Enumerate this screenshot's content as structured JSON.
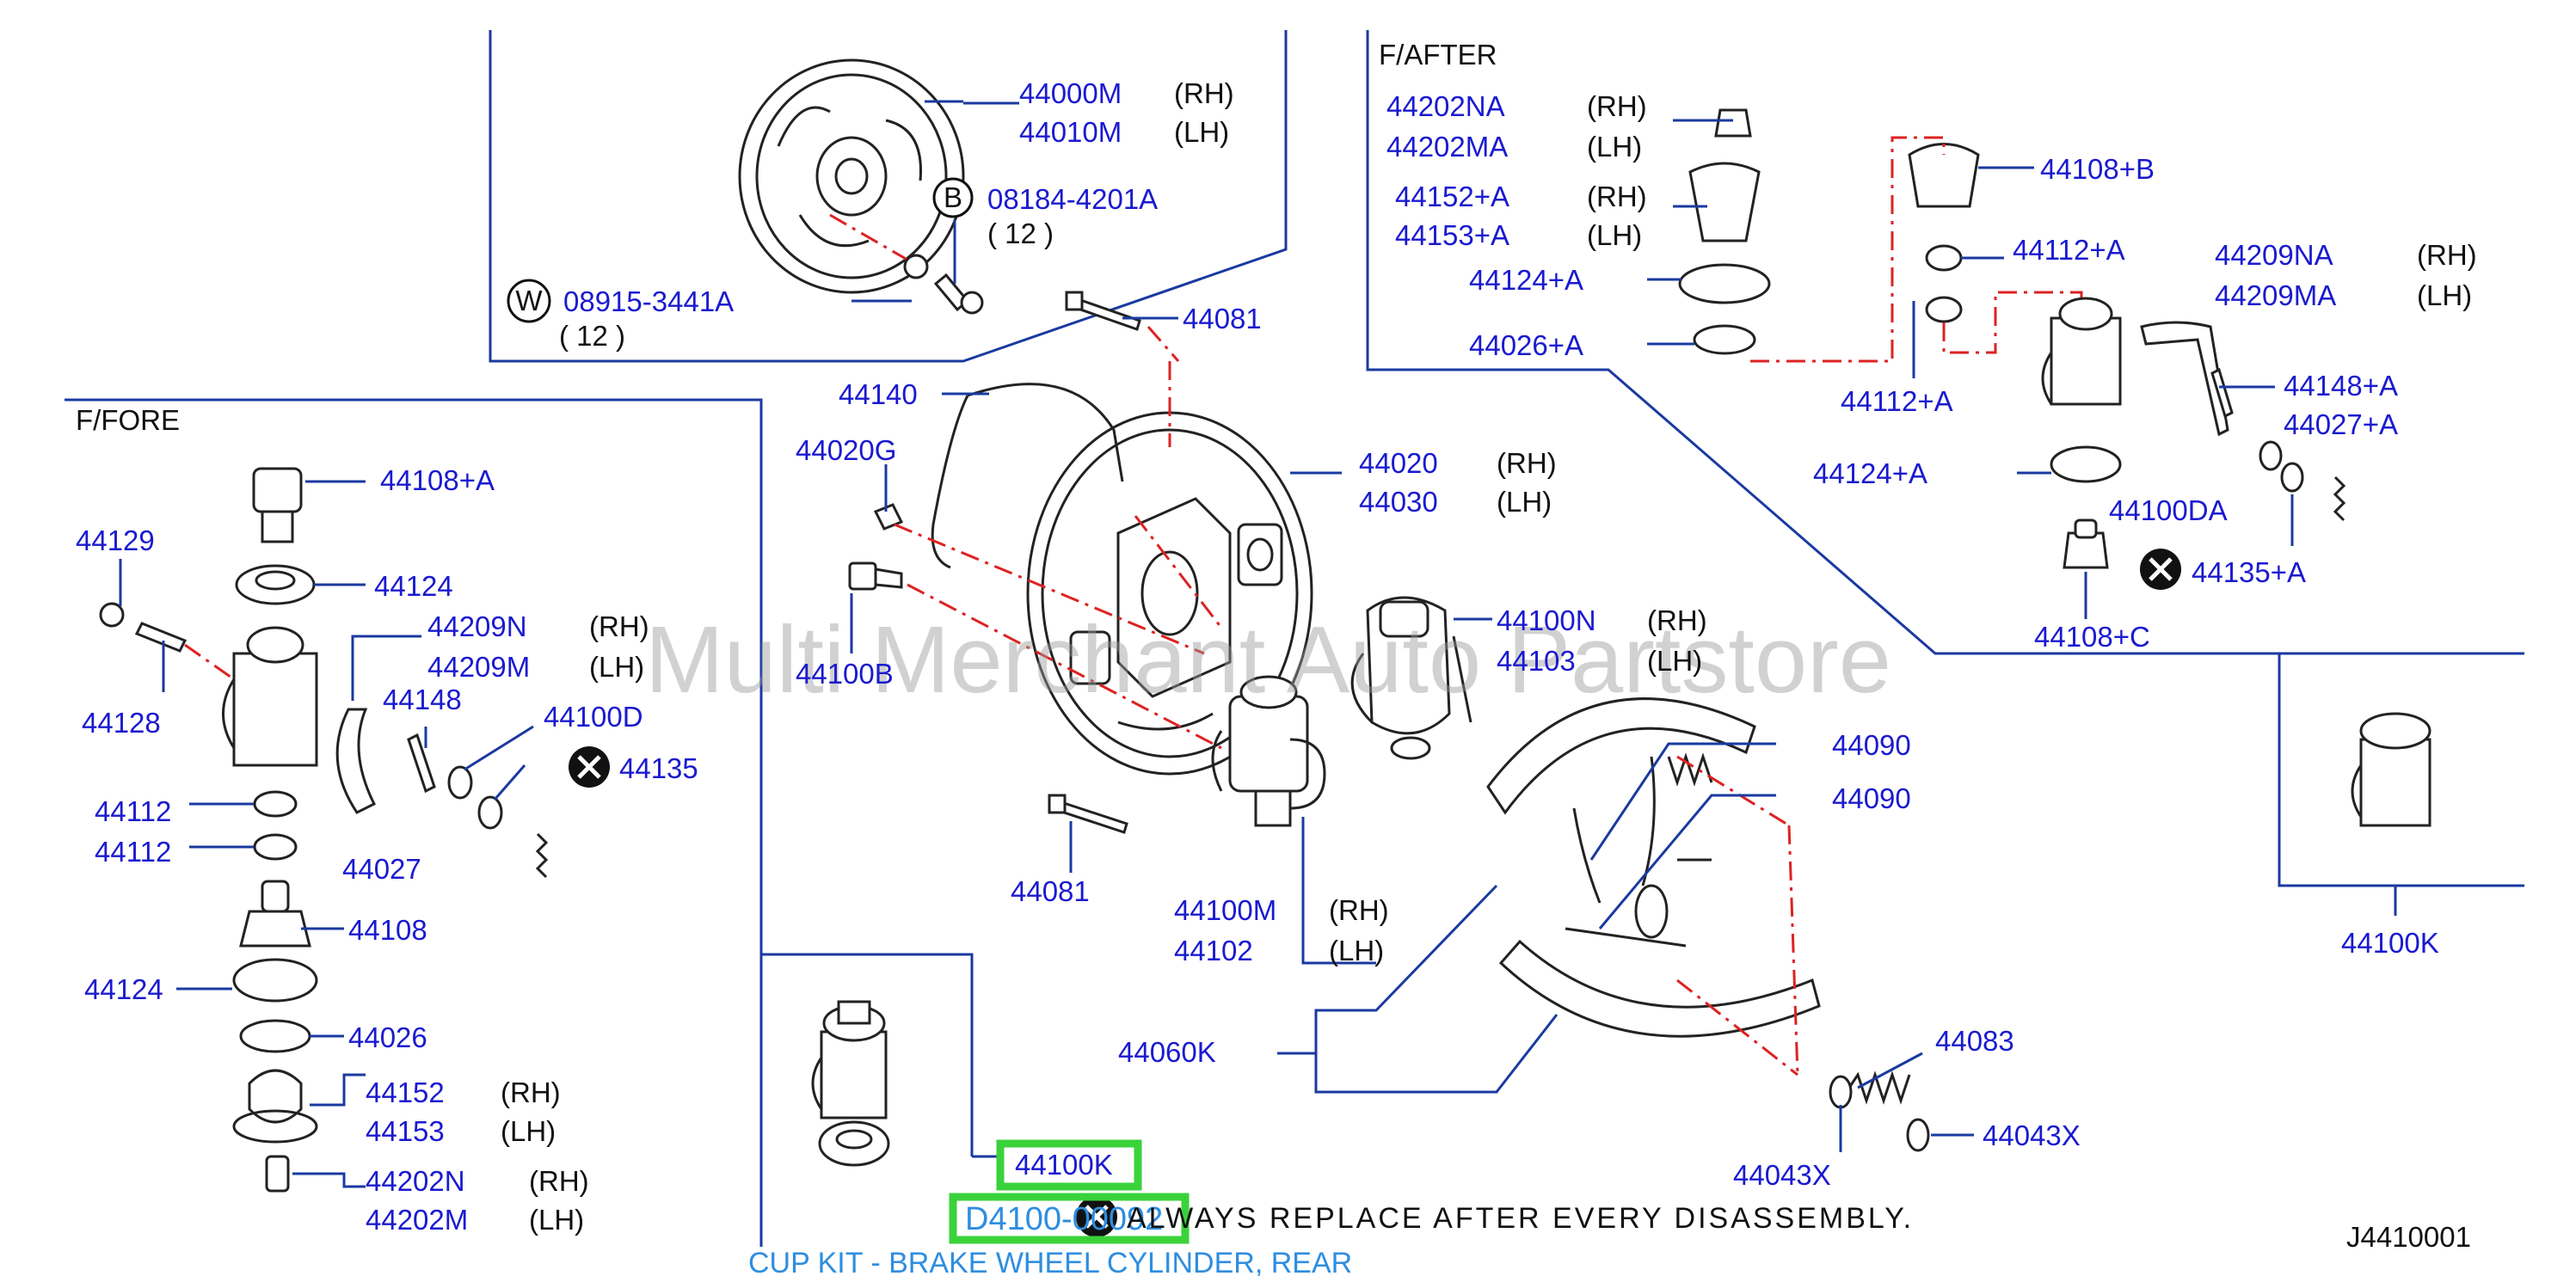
{
  "parts": {
    "p44000M": "44000M",
    "p44000M_side": "(RH)",
    "p44010M": "44010M",
    "p44010M_side": "(LH)",
    "b_mark": "B",
    "p08184": "08184-4201A",
    "p08184_qty": "( 12 )",
    "w_mark": "W",
    "p08915": "08915-3441A",
    "p08915_qty": "( 12 )",
    "p44081_top": "44081",
    "p44140": "44140",
    "p44020G": "44020G",
    "p44020": "44020",
    "p44020_side": "(RH)",
    "p44030": "44030",
    "p44030_side": "(LH)",
    "p44100B": "44100B",
    "p44100N": "44100N",
    "p44100N_side": "(RH)",
    "p44103": "44103",
    "p44103_side": "(LH)",
    "p44090_a": "44090",
    "p44090_b": "44090",
    "p44081_bot": "44081",
    "p44100M": "44100M",
    "p44100M_side": "(RH)",
    "p44102": "44102",
    "p44102_side": "(LH)",
    "p44060K": "44060K",
    "p44083": "44083",
    "p44043X_r": "44043X",
    "p44043X_l": "44043X",
    "fore_header": "F/FORE",
    "f44108A": "44108+A",
    "f44129": "44129",
    "f44124_top": "44124",
    "f44209N": "44209N",
    "f44209N_side": "(RH)",
    "f44209M": "44209M",
    "f44209M_side": "(LH)",
    "f44128": "44128",
    "f44148": "44148",
    "f44100D": "44100D",
    "f44135": "44135",
    "f44112_a": "44112",
    "f44112_b": "44112",
    "f44027": "44027",
    "f44108": "44108",
    "f44124_bot": "44124",
    "f44026": "44026",
    "f44152": "44152",
    "f44152_side": "(RH)",
    "f44153": "44153",
    "f44153_side": "(LH)",
    "f44202N": "44202N",
    "f44202N_side": "(RH)",
    "f44202M": "44202M",
    "f44202M_side": "(LH)",
    "after_header": "F/AFTER",
    "a44202NA": "44202NA",
    "a44202NA_side": "(RH)",
    "a44202MA": "44202MA",
    "a44202MA_side": "(LH)",
    "a44152A": "44152+A",
    "a44152A_side": "(RH)",
    "a44153A": "44153+A",
    "a44153A_side": "(LH)",
    "a44124A_top": "44124+A",
    "a44026A": "44026+A",
    "a44108B": "44108+B",
    "a44112A_r": "44112+A",
    "a44112A_l": "44112+A",
    "a44209NA": "44209NA",
    "a44209NA_side": "(RH)",
    "a44209MA": "44209MA",
    "a44209MA_side": "(LH)",
    "a44148A": "44148+A",
    "a44027A": "44027+A",
    "a44124A_bot": "44124+A",
    "a44100DA": "44100DA",
    "a44135A": "44135+A",
    "a44108C": "44108+C",
    "p44100K_right": "44100K",
    "p44100K_hl": "44100K",
    "part_number": "D4100-00092"
  },
  "note": "ALWAYS REPLACE AFTER EVERY DISASSEMBLY.",
  "drawing_code": "J4410001",
  "watermark": "Multi Merchant Auto Partstore",
  "caption": "CUP KIT - BRAKE WHEEL CYLINDER, REAR",
  "colors": {
    "label": "#1a1ad0",
    "leader": "#1a3aa0",
    "highlight": "#3ad23a",
    "caption": "#2e8ee0"
  }
}
